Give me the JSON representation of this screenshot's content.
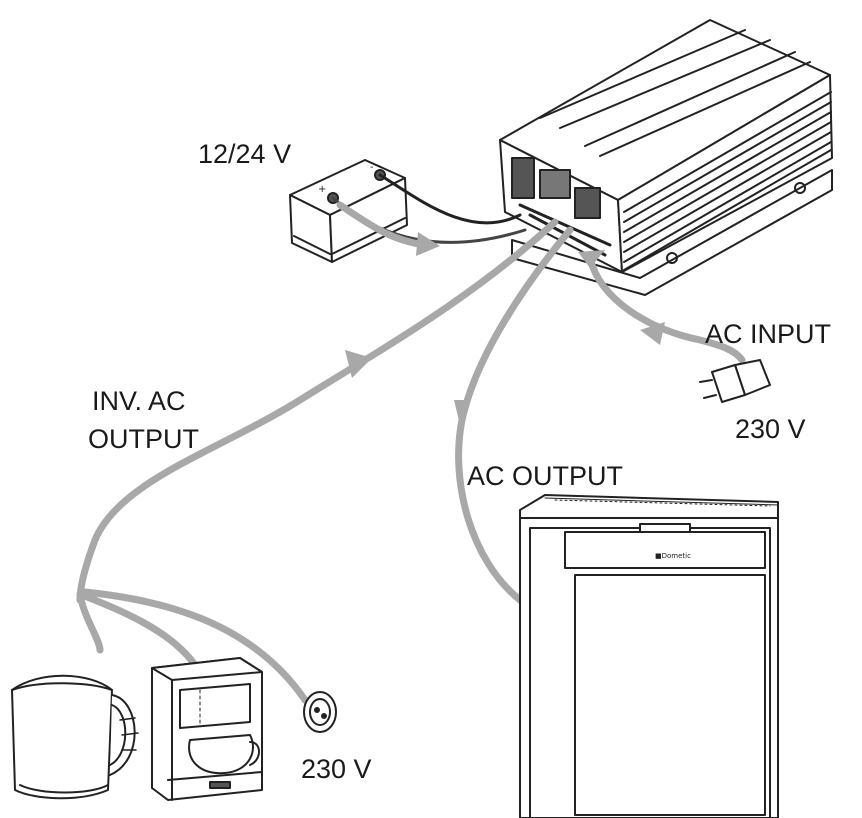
{
  "labels": {
    "battery_voltage": "12/24 V",
    "ac_input": "AC INPUT",
    "ac_input_voltage": "230 V",
    "inv_ac_output_line1": "INV. AC",
    "inv_ac_output_line2": "OUTPUT",
    "ac_output": "AC OUTPUT",
    "socket_voltage": "230 V"
  },
  "colors": {
    "outline": "#222222",
    "cable_gray": "#a8a8a8",
    "background": "#ffffff"
  }
}
